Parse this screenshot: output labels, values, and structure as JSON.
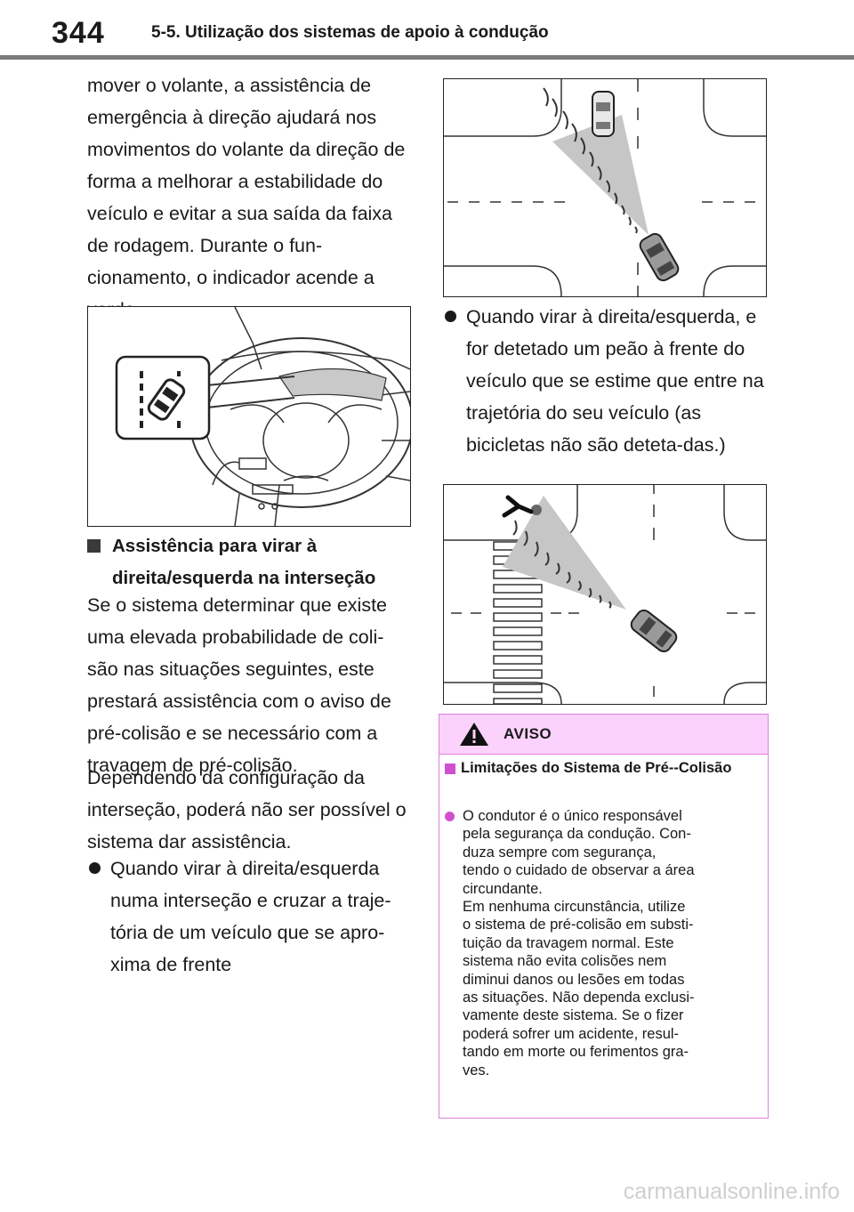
{
  "header": {
    "page_number": "344",
    "section_title": "5-5. Utilização dos sistemas de apoio à condução"
  },
  "intro_text": "mover o volante, a assistência de emergência à direção ajudará nos movimentos do volante da direção de forma a melhorar a estabilidade do veículo e evitar a sua saída da faixa de rodagem. Durante o fun-cionamento, o indicador acende a verde.",
  "intersection_section": {
    "heading": "Assistência para virar à direita/esquerda na interseção",
    "paragraph_1": "Se o sistema determinar que existe uma elevada probabilidade de coli-são nas situações seguintes, este prestará assistência com o aviso de pré-colisão e se necessário com a travagem de pré-colisão.",
    "paragraph_2": "Dependendo da configuração da interseção, poderá não ser possível o sistema dar assistência.",
    "bullet_1": "Quando virar à direita/esquerda numa interseção e cruzar a traje-tória de um veículo que se apro-xima de frente",
    "bullet_2": "Quando virar à direita/esquerda, e for detetado um peão à frente do veículo que se estime que entre na trajetória do seu veículo (as bicicletas não são deteta-das.)"
  },
  "warning": {
    "label": "AVISO",
    "subheading": "Limitações do Sistema de Pré--Colisão",
    "item": "O condutor é o único responsável\npela segurança da condução. Con-\nduza sempre com segurança,\ntendo o cuidado de observar a área\ncircundante.\nEm nenhuma circunstância, utilize\no sistema de pré-colisão em substi-\ntuição da travagem normal. Este\nsistema não evita colisões nem\ndiminui danos ou lesões em todas\nas situações. Não dependa exclusi-\nvamente deste sistema. Se o fizer\npoderá sofrer um acidente, resul-\ntando em morte ou ferimentos gra-\nves."
  },
  "footer": {
    "url": "carmanualsonline.info"
  },
  "colors": {
    "warning_border": "#e080e0",
    "warning_header_bg": "#fbd2fb",
    "warning_accent": "#d050d0",
    "header_rule": "#7a7a7a"
  },
  "icons": [
    "lane-departure-indicator-icon",
    "warning-triangle-icon",
    "steering-wheel-illustration",
    "car-icon",
    "pedestrian-icon"
  ]
}
